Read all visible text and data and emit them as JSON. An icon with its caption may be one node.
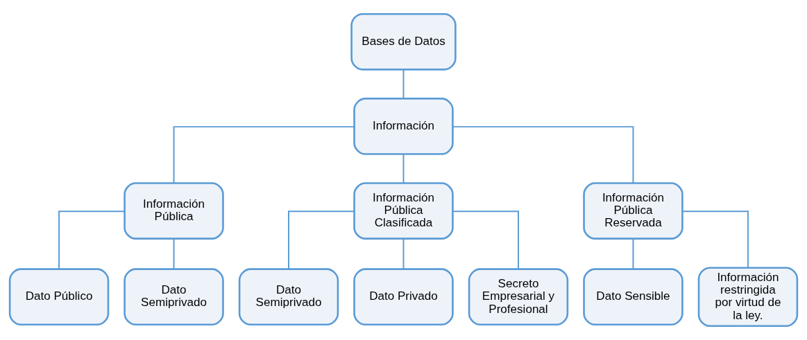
{
  "diagram": {
    "nodes": [
      {
        "text": [
          "Bases de Datos"
        ]
      },
      {
        "text": [
          "Información"
        ]
      },
      {
        "text": [
          "Información Pública"
        ]
      },
      {
        "text": [
          "Información Pública Clasificada"
        ]
      },
      {
        "text": [
          "Información Pública Reservada"
        ]
      },
      {
        "text": [
          "Dato Público"
        ]
      },
      {
        "text": [
          "Dato Semiprivado"
        ]
      },
      {
        "text": [
          "Dato Semiprivado"
        ]
      },
      {
        "text": [
          "Dato Privado"
        ]
      },
      {
        "text": [
          "Secreto Empresarial y Profesional"
        ]
      },
      {
        "text": [
          "Dato Sensible"
        ]
      },
      {
        "text": [
          "Información restringida por virtud de la ley."
        ]
      }
    ],
    "edges": [
      {
        "from": 0,
        "to": 1,
        "arrow": "none"
      },
      {
        "from": 1,
        "to": 2,
        "arrow": "none"
      },
      {
        "from": 1,
        "to": 3,
        "arrow": "none"
      },
      {
        "from": 1,
        "to": 4,
        "arrow": "none"
      },
      {
        "from": 2,
        "to": 5,
        "arrow": "none"
      },
      {
        "from": 2,
        "to": 6,
        "arrow": "none"
      },
      {
        "from": 3,
        "to": 7,
        "arrow": "none"
      },
      {
        "from": 3,
        "to": 8,
        "arrow": "none"
      },
      {
        "from": 3,
        "to": 9,
        "arrow": "none"
      },
      {
        "from": 4,
        "to": 10,
        "arrow": "none"
      },
      {
        "from": 4,
        "to": 11,
        "arrow": "none"
      }
    ]
  }
}
